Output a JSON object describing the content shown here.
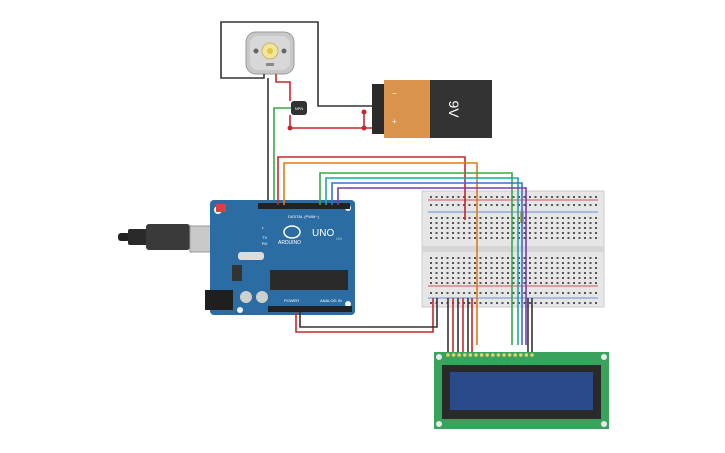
{
  "battery": {
    "label": "9V",
    "plus": "+",
    "minus": "−",
    "body_color": "#d9934a",
    "dark_color": "#333333"
  },
  "arduino": {
    "brand": "ARDUINO",
    "model": "UNO",
    "on_label": "ON",
    "digital_label": "DIGITAL (PWM~)",
    "power_label": "POWER",
    "analog_label": "ANALOG IN",
    "tx_label": "TX",
    "rx_label": "RX",
    "l_label": "L",
    "board_color": "#2b6ca3"
  },
  "transistor": {
    "label": "NPN"
  },
  "lcd": {
    "board_color": "#3aa35b",
    "screen_color": "#2a4a8a"
  },
  "wire_colors": {
    "black": "#333333",
    "red": "#c8262b",
    "green": "#3aa847",
    "orange": "#e07b1a",
    "teal": "#1fa5a5",
    "blue": "#3a6fd0",
    "purple": "#7d3aa8"
  }
}
